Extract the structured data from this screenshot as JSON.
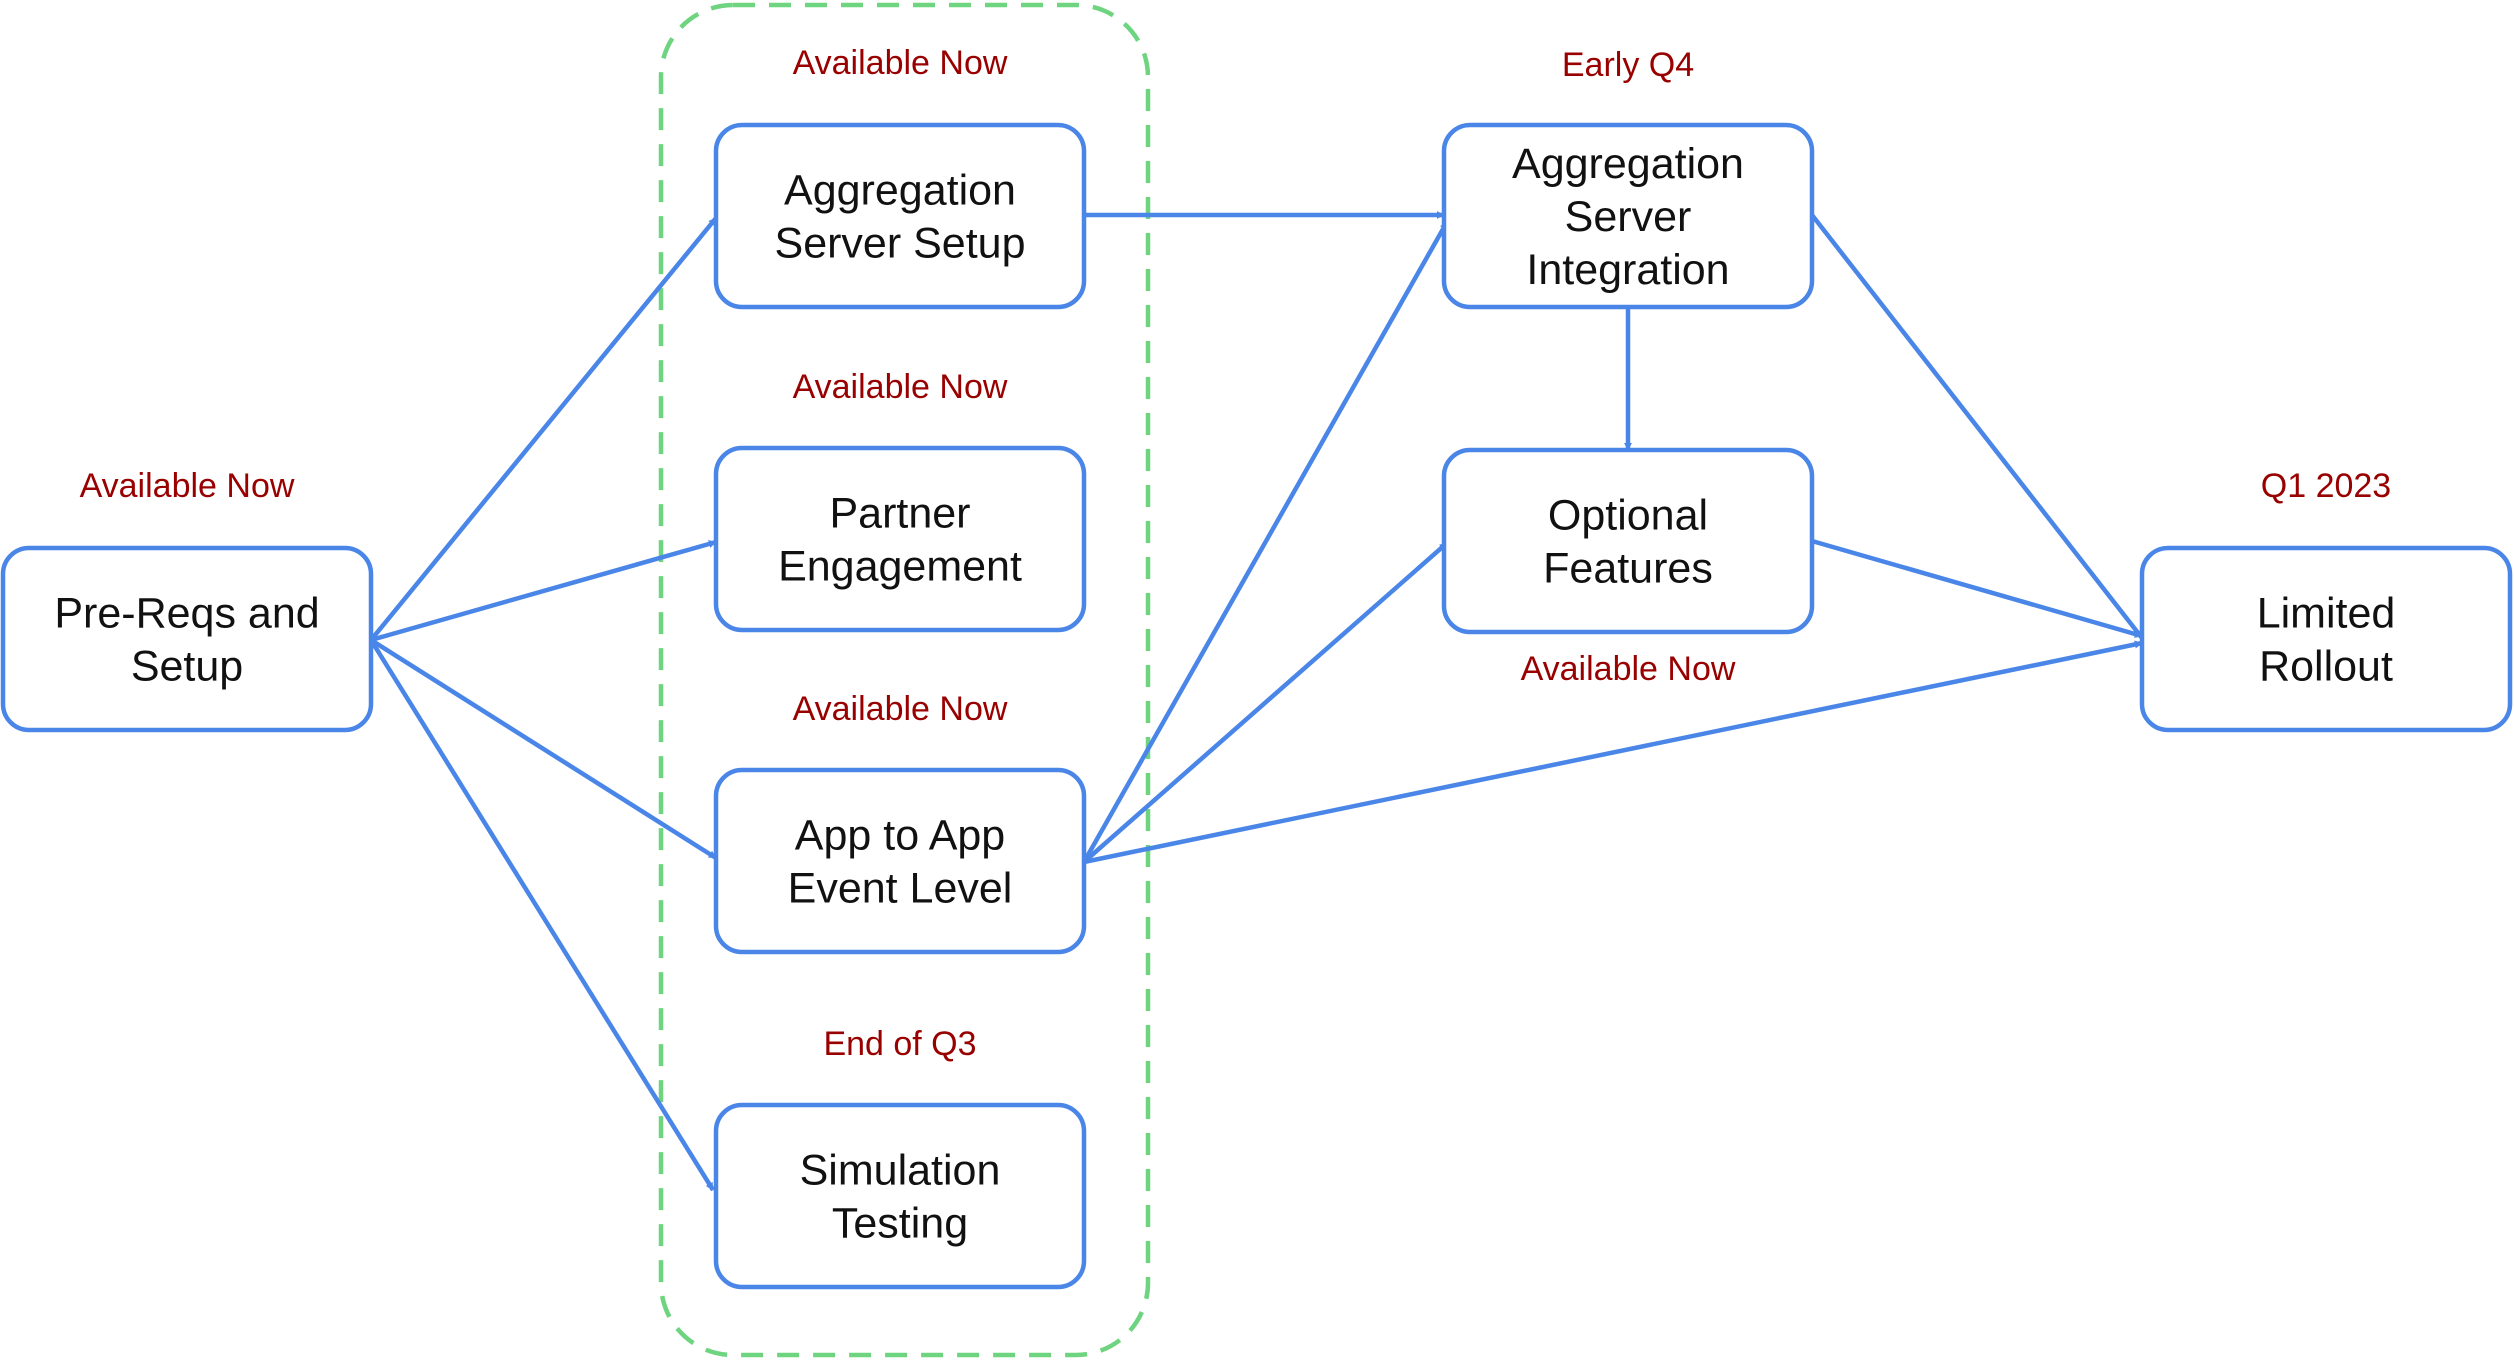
{
  "colors": {
    "node_border": "#4a86e8",
    "edge": "#4a86e8",
    "status_text": "#990000",
    "group_border": "#6ed47f"
  },
  "nodes": {
    "prereqs": {
      "lines": [
        "Pre-Reqs and",
        "Setup"
      ],
      "status": "Available Now"
    },
    "agg_setup": {
      "lines": [
        "Aggregation",
        "Server Setup"
      ],
      "status": "Available Now"
    },
    "partner": {
      "lines": [
        "Partner",
        "Engagement"
      ],
      "status": "Available Now"
    },
    "app_event": {
      "lines": [
        "App to App",
        "Event Level"
      ],
      "status": "Available Now"
    },
    "simulation": {
      "lines": [
        "Simulation",
        "Testing"
      ],
      "status": "End of Q3"
    },
    "agg_integration": {
      "lines": [
        "Aggregation",
        "Server",
        "Integration"
      ],
      "status": "Early Q4"
    },
    "optional": {
      "lines": [
        "Optional",
        "Features"
      ],
      "status": "Available Now"
    },
    "rollout": {
      "lines": [
        "Limited",
        "Rollout"
      ],
      "status": "Q1 2023"
    }
  },
  "edges": [
    {
      "from": "prereqs",
      "to": "agg_setup"
    },
    {
      "from": "prereqs",
      "to": "partner"
    },
    {
      "from": "prereqs",
      "to": "app_event"
    },
    {
      "from": "prereqs",
      "to": "simulation"
    },
    {
      "from": "agg_setup",
      "to": "agg_integration"
    },
    {
      "from": "app_event",
      "to": "agg_integration"
    },
    {
      "from": "app_event",
      "to": "optional"
    },
    {
      "from": "app_event",
      "to": "rollout"
    },
    {
      "from": "agg_integration",
      "to": "optional"
    },
    {
      "from": "agg_integration",
      "to": "rollout"
    },
    {
      "from": "optional",
      "to": "rollout"
    }
  ]
}
